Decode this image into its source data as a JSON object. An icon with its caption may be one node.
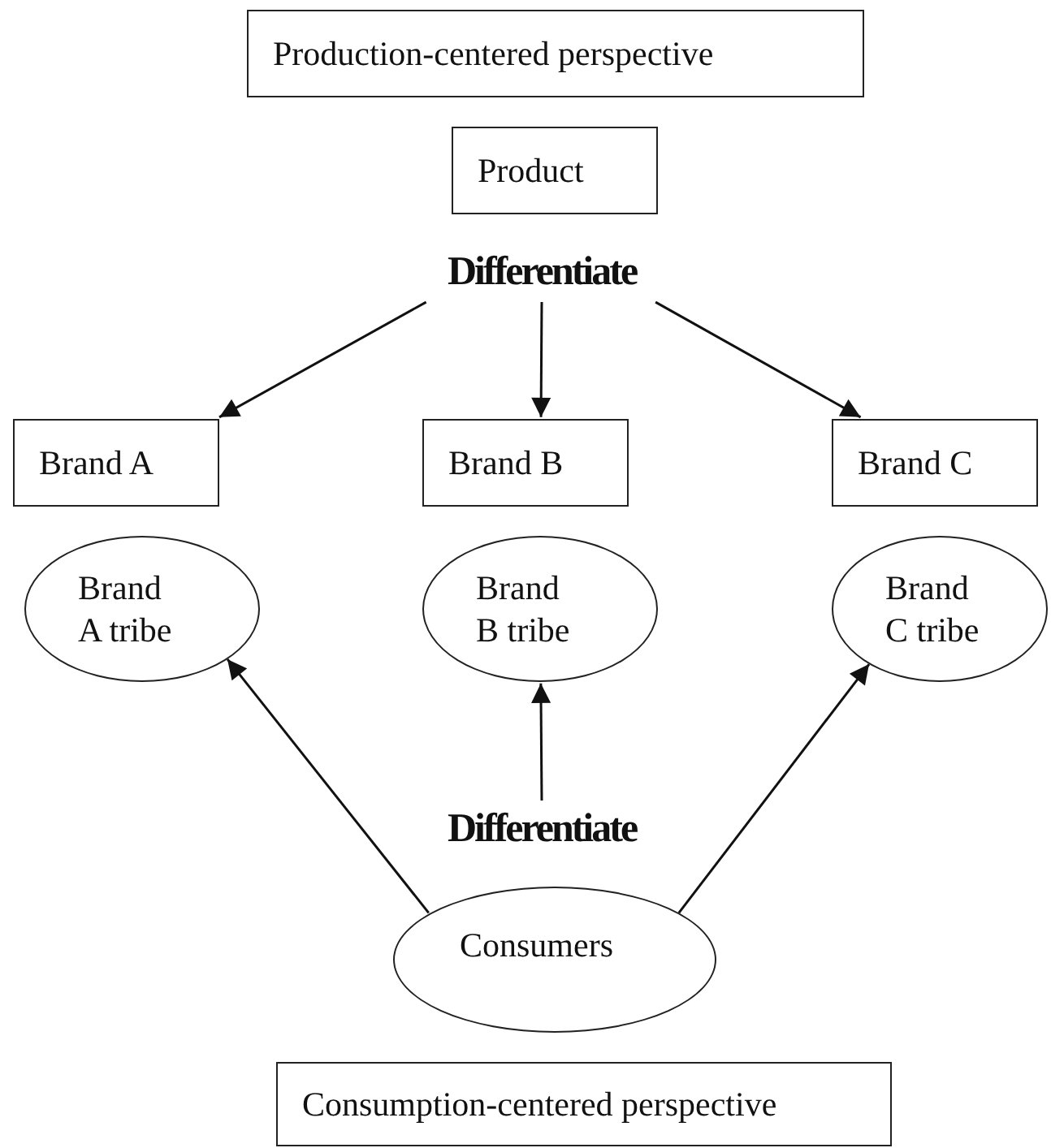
{
  "diagram": {
    "nodes": [
      {
        "text": [
          "Production-centered perspective"
        ]
      },
      {
        "text": [
          "Product"
        ]
      },
      {
        "text": [
          "Differentiate"
        ]
      },
      {
        "text": [
          "Brand A"
        ]
      },
      {
        "text": [
          "Brand B"
        ]
      },
      {
        "text": [
          "Brand C"
        ]
      },
      {
        "text": [
          "Brand A tribe"
        ]
      },
      {
        "text": [
          "Brand B tribe"
        ]
      },
      {
        "text": [
          "Brand C tribe"
        ]
      },
      {
        "text": [
          "Differentiate"
        ]
      },
      {
        "text": [
          "Consumers"
        ]
      },
      {
        "text": [
          "Consumption-centered perspective"
        ]
      }
    ],
    "edges": [
      {
        "from": 2,
        "to": 3,
        "arrow": "to"
      },
      {
        "from": 2,
        "to": 4,
        "arrow": "to"
      },
      {
        "from": 2,
        "to": 5,
        "arrow": "to"
      },
      {
        "from": 10,
        "to": 6,
        "arrow": "to"
      },
      {
        "from": 9,
        "to": 7,
        "arrow": "to"
      },
      {
        "from": 10,
        "to": 8,
        "arrow": "to"
      }
    ]
  }
}
